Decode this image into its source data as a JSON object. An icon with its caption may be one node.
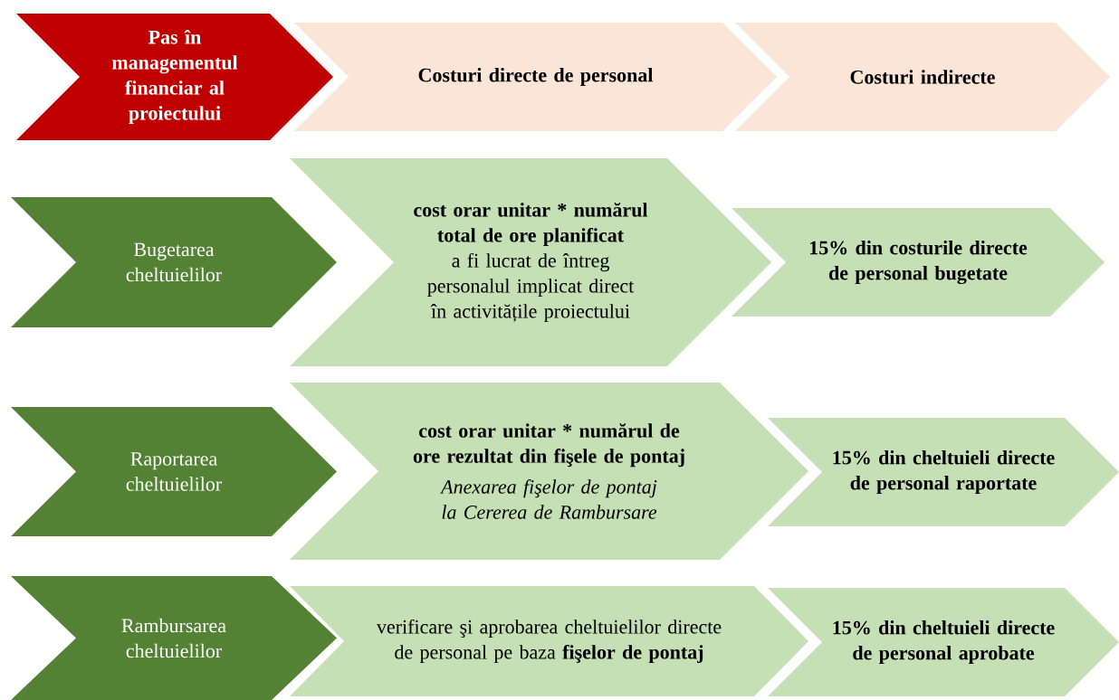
{
  "diagram": {
    "nodes": [
      {
        "text": [
          "Pas în managementul financiar al proiectului"
        ]
      },
      {
        "text": [
          "Costuri directe de personal"
        ]
      },
      {
        "text": [
          "Costuri indirecte"
        ]
      },
      {
        "text": [
          "Bugetarea cheltuielilor"
        ]
      },
      {
        "text": [
          "**cost orar unitar * numărul total de ore planificat** a fi lucrat de întreg personalul implicat direct în activitățile proiectului"
        ]
      },
      {
        "text": [
          "15% din costurile directe de personal bugetate"
        ]
      },
      {
        "text": [
          "Raportarea cheltuielilor"
        ]
      },
      {
        "text": [
          "cost orar unitar * numărul de ore rezultat din fişele de pontaj",
          "Anexarea fişelor de pontaj la Cererea de Rambursare"
        ]
      },
      {
        "text": [
          "15% din cheltuieli directe de personal raportate"
        ]
      },
      {
        "text": [
          "Rambursarea cheltuielilor"
        ]
      },
      {
        "text": [
          "verificare şi aprobarea cheltuielilor directe de personal pe baza **fişelor de pontaj**"
        ]
      },
      {
        "text": [
          "15% din cheltuieli directe de personal aprobate"
        ]
      }
    ]
  }
}
